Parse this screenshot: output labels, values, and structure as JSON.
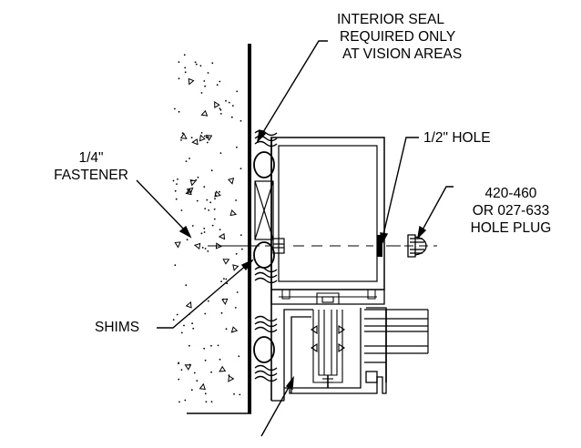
{
  "labels": {
    "interior_seal": [
      "INTERIOR SEAL",
      "REQUIRED ONLY",
      "AT VISION AREAS"
    ],
    "hole": "1/2\" HOLE",
    "fastener": [
      "1/4\"",
      "FASTENER"
    ],
    "hole_plug": [
      "420-460",
      "OR 027-633",
      "HOLE PLUG"
    ],
    "shims": "SHIMS"
  },
  "colors": {
    "line": "#000000",
    "background": "#ffffff"
  }
}
